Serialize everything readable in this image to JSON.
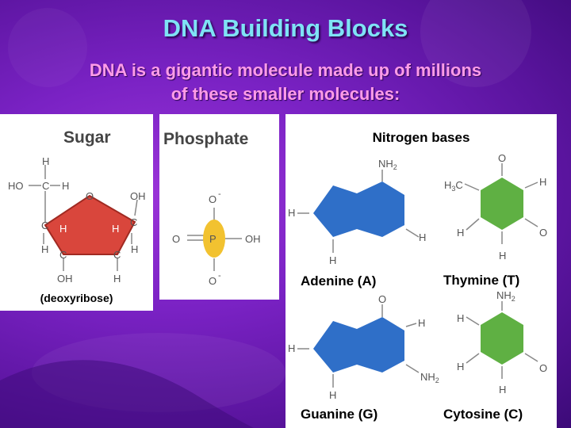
{
  "slide": {
    "title": "DNA Building Blocks",
    "subtitle_line1": "DNA is a gigantic molecule made up of millions",
    "subtitle_line2": "of these smaller molecules:"
  },
  "sugar": {
    "heading": "Sugar",
    "caption": "(deoxyribose)",
    "color": "#d9463c"
  },
  "phosphate": {
    "heading": "Phosphate",
    "color": "#f2c230"
  },
  "bases": {
    "heading": "Nitrogen bases",
    "purine_color": "#2f6fc8",
    "pyrimidine_color": "#5fb043",
    "adenine": "Adenine (A)",
    "thymine": "Thymine (T)",
    "guanine": "Guanine (G)",
    "cytosine": "Cytosine (C)"
  }
}
